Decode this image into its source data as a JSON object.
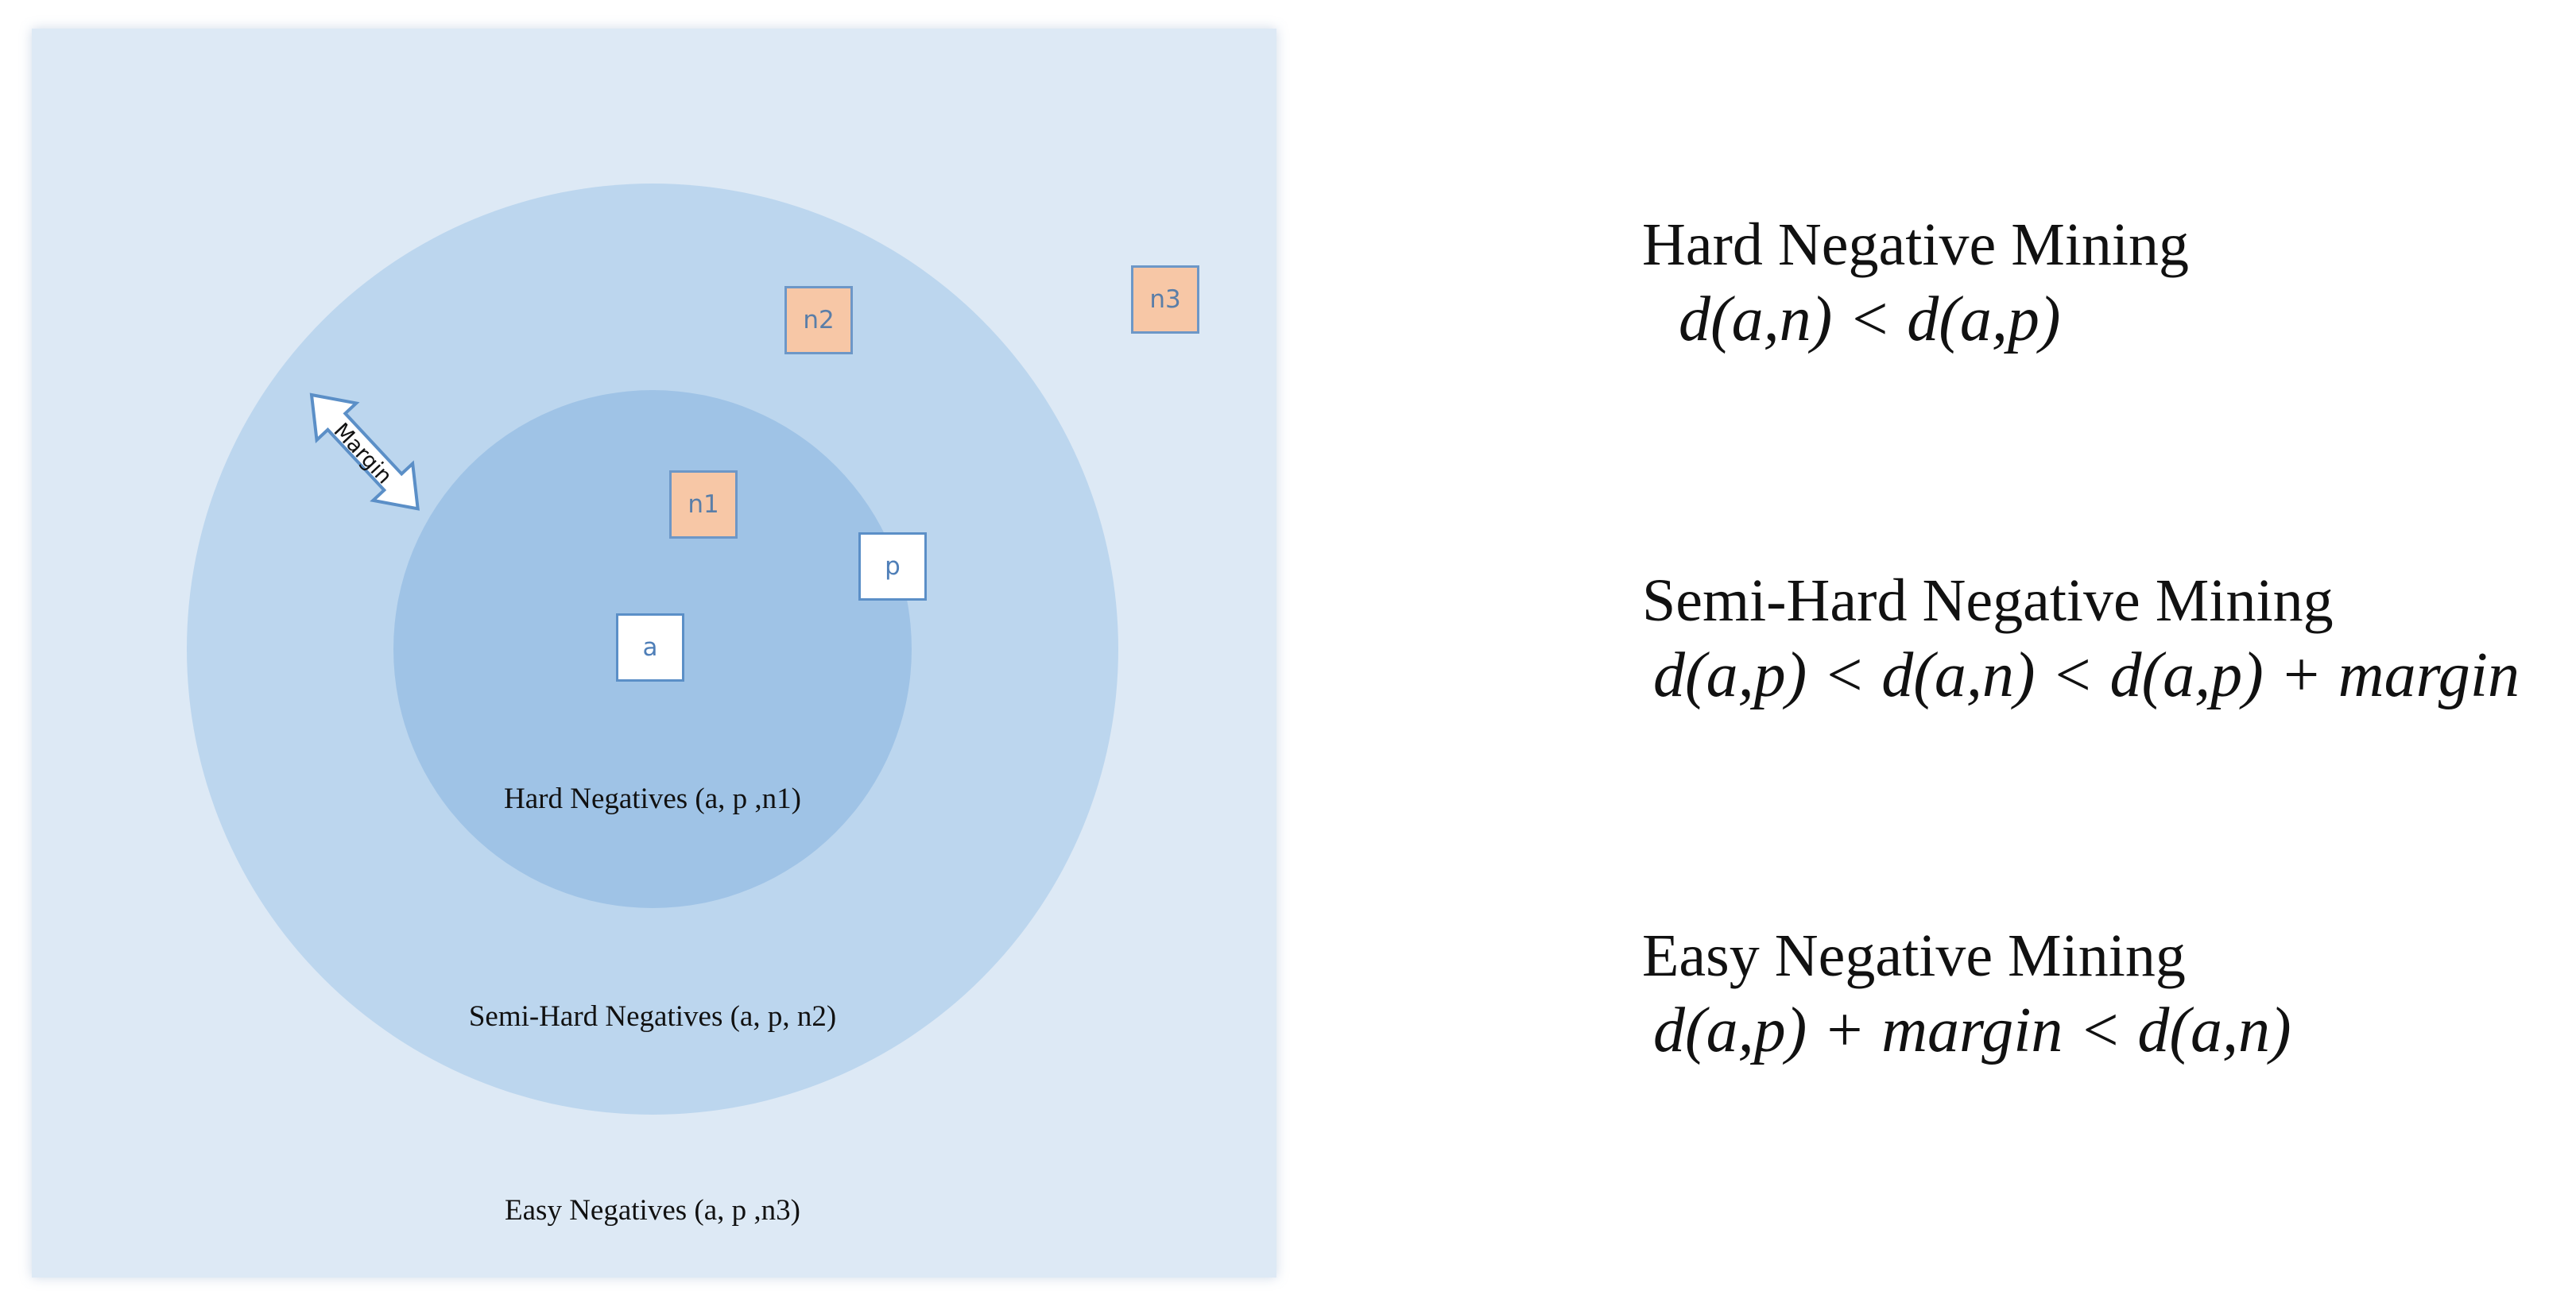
{
  "diagram": {
    "points": {
      "a": "a",
      "p": "p",
      "n1": "n1",
      "n2": "n2",
      "n3": "n3"
    },
    "margin_label": "Margin",
    "regions": {
      "hard": "Hard Negatives (a, p ,n1)",
      "semi_hard": "Semi-Hard Negatives (a, p, n2)",
      "easy": "Easy Negatives (a, p ,n3)"
    },
    "colors": {
      "background": "#dde9f5",
      "semi_hard_ring": "#bcd6ee",
      "hard_ring": "#9fc3e6",
      "positive_box": "#ffffff",
      "negative_box": "#f7c7a6",
      "box_border": "#5b8fc7"
    }
  },
  "mining": {
    "hard": {
      "title": "Hard Negative Mining",
      "formula": "d(a,n) < d(a,p)"
    },
    "semi_hard": {
      "title": "Semi-Hard Negative Mining",
      "formula": "d(a,p) < d(a,n) < d(a,p) + margin"
    },
    "easy": {
      "title": "Easy Negative Mining",
      "formula": "d(a,p) + margin < d(a,n)"
    }
  }
}
